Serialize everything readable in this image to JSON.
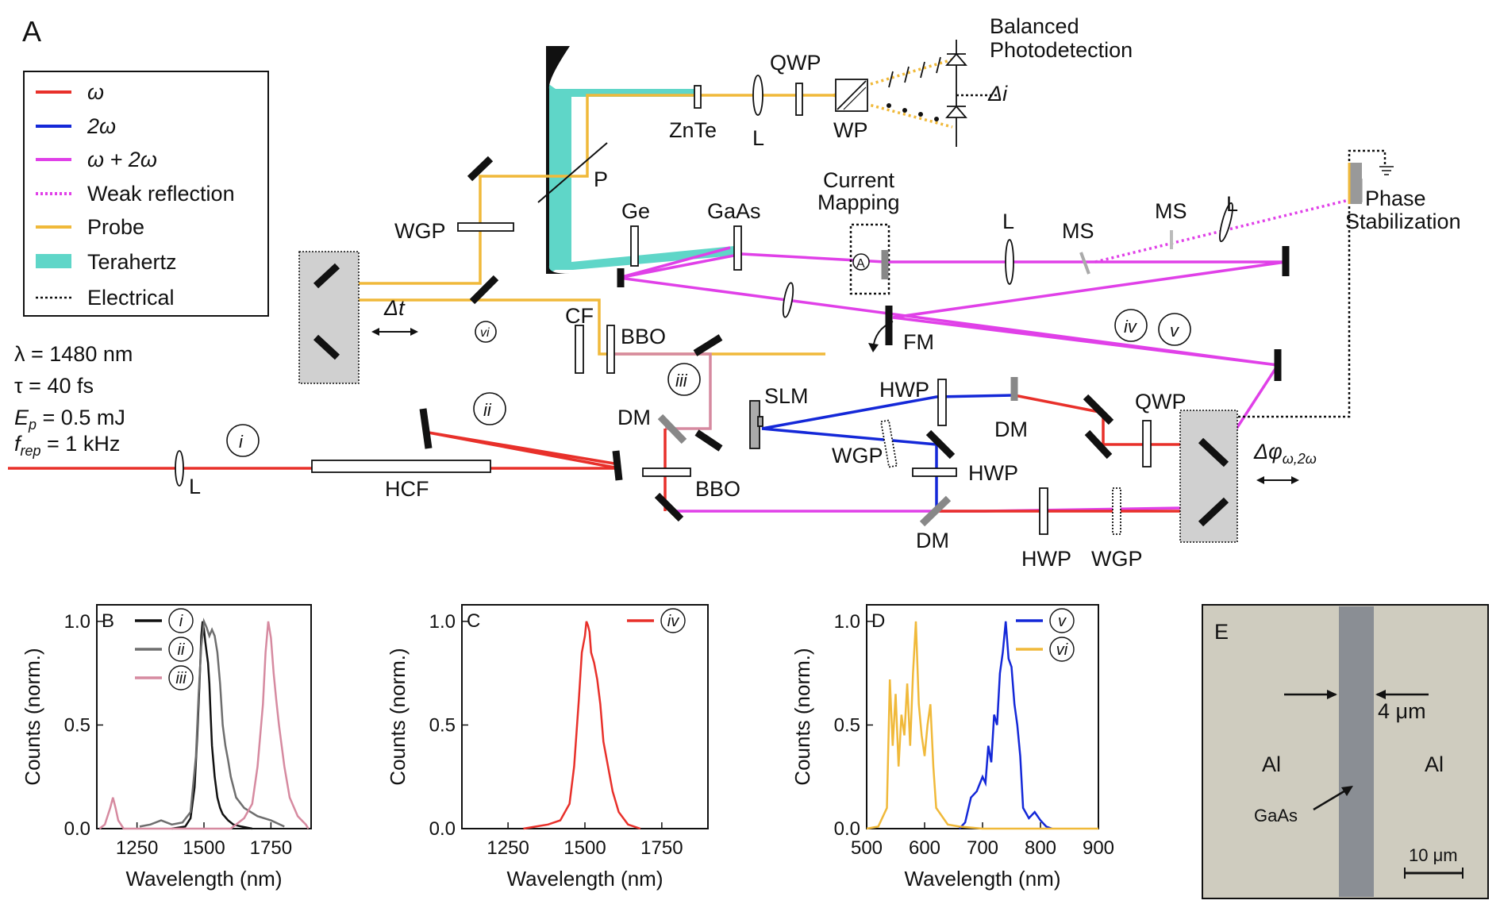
{
  "panelA": {
    "panel_letter": "A",
    "legend": [
      {
        "label": "ω",
        "color": "#e8302a",
        "style": "solid"
      },
      {
        "label": "2ω",
        "color": "#1428d8",
        "style": "solid"
      },
      {
        "label": "ω + 2ω",
        "color": "#e040e8",
        "style": "solid"
      },
      {
        "label": "Weak reflection",
        "color": "#e040e8",
        "style": "dotted"
      },
      {
        "label": "Probe",
        "color": "#f0b93a",
        "style": "solid"
      },
      {
        "label": "Terahertz",
        "color": "#5fd6c8",
        "style": "fill"
      },
      {
        "label": "Electrical",
        "color": "#111111",
        "style": "dotted"
      }
    ],
    "laser_params": {
      "lambda": "λ = 1480 nm",
      "tau": "τ = 40 fs",
      "ep": "E",
      "ep_sub": "p",
      "ep_val": " = 0.5 mJ",
      "frep": "f",
      "frep_sub": "rep",
      "frep_val": " = 1 kHz"
    },
    "labels": {
      "balanced_1": "Balanced",
      "balanced_2": "Photodetection",
      "delta_i": "Δi",
      "qwp_top": "QWP",
      "znte": "ZnTe",
      "l_top": "L",
      "wp": "WP",
      "p": "P",
      "wgp_top": "WGP",
      "ge": "Ge",
      "gaas": "GaAs",
      "current_1": "Current",
      "current_2": "Mapping",
      "ammeter": "A",
      "l_mid": "L",
      "ms1": "MS",
      "ms2": "MS",
      "l_right": "L",
      "phase_1": "Phase",
      "phase_2": "Stabilization",
      "delta_t": "Δt",
      "cf": "CF",
      "bbo_top": "BBO",
      "fm": "FM",
      "slm": "SLM",
      "hwp_top": "HWP",
      "dm_mid": "DM",
      "qwp_right": "QWP",
      "dm_left": "DM",
      "wgp_mid": "WGP",
      "hwp_mid": "HWP",
      "bbo_bottom": "BBO",
      "dm_bottom": "DM",
      "hwp_bottom": "HWP",
      "wgp_bottom": "WGP",
      "hcf": "HCF",
      "l_left": "L",
      "delta_phi": "Δφ",
      "delta_phi_sub": "ω,2ω"
    },
    "markers": {
      "i": "i",
      "ii": "ii",
      "iii": "iii",
      "iv": "iv",
      "v": "v",
      "vi": "vi"
    }
  },
  "panelE": {
    "letter": "E",
    "width_label": "4 μm",
    "al_left": "Al",
    "al_right": "Al",
    "gaas": "GaAs",
    "scalebar": "10 μm"
  },
  "chart_data": [
    {
      "panel": "B",
      "type": "line",
      "xlabel": "Wavelength (nm)",
      "ylabel": "Counts (norm.)",
      "xlim": [
        1100,
        1900
      ],
      "ylim": [
        0,
        1.08
      ],
      "xticks": [
        1250,
        1500,
        1750
      ],
      "yticks": [
        0.0,
        0.5,
        1.0
      ],
      "series": [
        {
          "name": "i",
          "color": "#111111",
          "x": [
            1380,
            1430,
            1450,
            1465,
            1475,
            1485,
            1490,
            1495,
            1500,
            1505,
            1510,
            1515,
            1520,
            1525,
            1530,
            1540,
            1550,
            1560,
            1570,
            1590,
            1610,
            1640,
            1680
          ],
          "y": [
            0,
            0.01,
            0.05,
            0.2,
            0.45,
            0.75,
            0.93,
            1.0,
            0.96,
            0.9,
            0.85,
            0.8,
            0.7,
            0.55,
            0.4,
            0.25,
            0.15,
            0.1,
            0.07,
            0.04,
            0.02,
            0.01,
            0
          ]
        },
        {
          "name": "ii",
          "color": "#6e6e6e",
          "x": [
            1260,
            1300,
            1340,
            1380,
            1420,
            1450,
            1470,
            1480,
            1490,
            1500,
            1510,
            1520,
            1530,
            1540,
            1550,
            1560,
            1570,
            1580,
            1590,
            1600,
            1620,
            1650,
            1700,
            1750,
            1800
          ],
          "y": [
            0.01,
            0.02,
            0.04,
            0.02,
            0.03,
            0.08,
            0.35,
            0.65,
            0.88,
            1.0,
            0.97,
            0.93,
            0.96,
            0.93,
            0.85,
            0.7,
            0.5,
            0.4,
            0.33,
            0.25,
            0.15,
            0.1,
            0.06,
            0.04,
            0.01
          ]
        },
        {
          "name": "iii",
          "color": "#d68aa0",
          "x": [
            1110,
            1130,
            1150,
            1160,
            1170,
            1180,
            1190,
            1200,
            1220,
            1600,
            1650,
            1680,
            1700,
            1720,
            1730,
            1740,
            1750,
            1760,
            1770,
            1780,
            1790,
            1800,
            1820,
            1850,
            1880,
            1890
          ],
          "y": [
            0,
            0.02,
            0.1,
            0.15,
            0.1,
            0.04,
            0.02,
            0,
            0,
            0,
            0.05,
            0.12,
            0.3,
            0.6,
            0.85,
            1.0,
            0.92,
            0.75,
            0.62,
            0.5,
            0.4,
            0.3,
            0.15,
            0.06,
            0.02,
            0
          ]
        }
      ]
    },
    {
      "panel": "C",
      "type": "line",
      "xlabel": "Wavelength (nm)",
      "ylabel": "Counts (norm.)",
      "xlim": [
        1100,
        1900
      ],
      "ylim": [
        0,
        1.08
      ],
      "xticks": [
        1250,
        1500,
        1750
      ],
      "yticks": [
        0.0,
        0.5,
        1.0
      ],
      "series": [
        {
          "name": "iv",
          "color": "#e8302a",
          "x": [
            1300,
            1340,
            1380,
            1420,
            1450,
            1465,
            1480,
            1490,
            1500,
            1505,
            1510,
            1515,
            1520,
            1530,
            1540,
            1550,
            1560,
            1575,
            1590,
            1610,
            1640,
            1680
          ],
          "y": [
            0,
            0.01,
            0.02,
            0.04,
            0.12,
            0.3,
            0.62,
            0.85,
            0.93,
            1.0,
            0.98,
            0.95,
            0.85,
            0.8,
            0.72,
            0.6,
            0.42,
            0.3,
            0.18,
            0.08,
            0.02,
            0
          ]
        }
      ]
    },
    {
      "panel": "D",
      "type": "line",
      "xlabel": "Wavelength (nm)",
      "ylabel": "Counts (norm.)",
      "xlim": [
        500,
        900
      ],
      "ylim": [
        0,
        1.08
      ],
      "xticks": [
        500,
        600,
        700,
        800,
        900
      ],
      "yticks": [
        0.0,
        0.5,
        1.0
      ],
      "series": [
        {
          "name": "v",
          "color": "#1428d8",
          "x": [
            660,
            670,
            680,
            690,
            700,
            705,
            710,
            715,
            720,
            725,
            730,
            735,
            740,
            745,
            750,
            755,
            760,
            765,
            770,
            780,
            790,
            800,
            810,
            820
          ],
          "y": [
            0,
            0.03,
            0.15,
            0.18,
            0.25,
            0.22,
            0.4,
            0.32,
            0.55,
            0.5,
            0.75,
            0.85,
            1.0,
            0.82,
            0.78,
            0.6,
            0.5,
            0.35,
            0.1,
            0.05,
            0.08,
            0.04,
            0.01,
            0
          ]
        },
        {
          "name": "vi",
          "color": "#f0b93a",
          "x": [
            500,
            520,
            535,
            540,
            545,
            550,
            555,
            560,
            565,
            570,
            575,
            580,
            585,
            590,
            595,
            600,
            605,
            610,
            615,
            620,
            640,
            660,
            700,
            800,
            900
          ],
          "y": [
            0,
            0.01,
            0.1,
            0.72,
            0.4,
            0.65,
            0.3,
            0.55,
            0.45,
            0.7,
            0.4,
            0.75,
            1.0,
            0.6,
            0.45,
            0.35,
            0.5,
            0.6,
            0.3,
            0.1,
            0.02,
            0.01,
            0,
            0,
            0
          ]
        }
      ]
    }
  ]
}
